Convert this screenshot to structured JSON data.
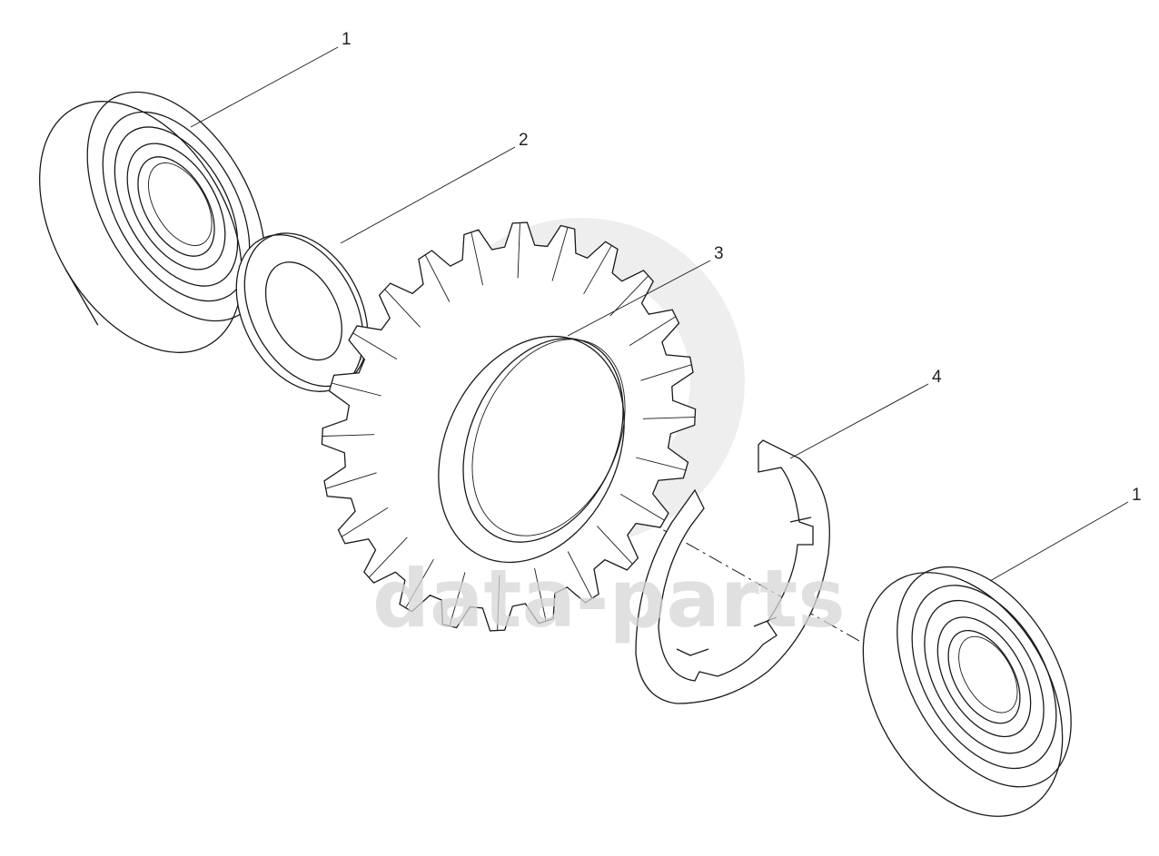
{
  "diagram": {
    "callouts": [
      {
        "id": "c1a",
        "label": "1"
      },
      {
        "id": "c2",
        "label": "2"
      },
      {
        "id": "c3",
        "label": "3"
      },
      {
        "id": "c4",
        "label": "4"
      },
      {
        "id": "c1b",
        "label": "1"
      }
    ],
    "watermark": {
      "text": "data-parts",
      "color": "#d0d0d0"
    },
    "line_color": "#1a1a1a"
  }
}
